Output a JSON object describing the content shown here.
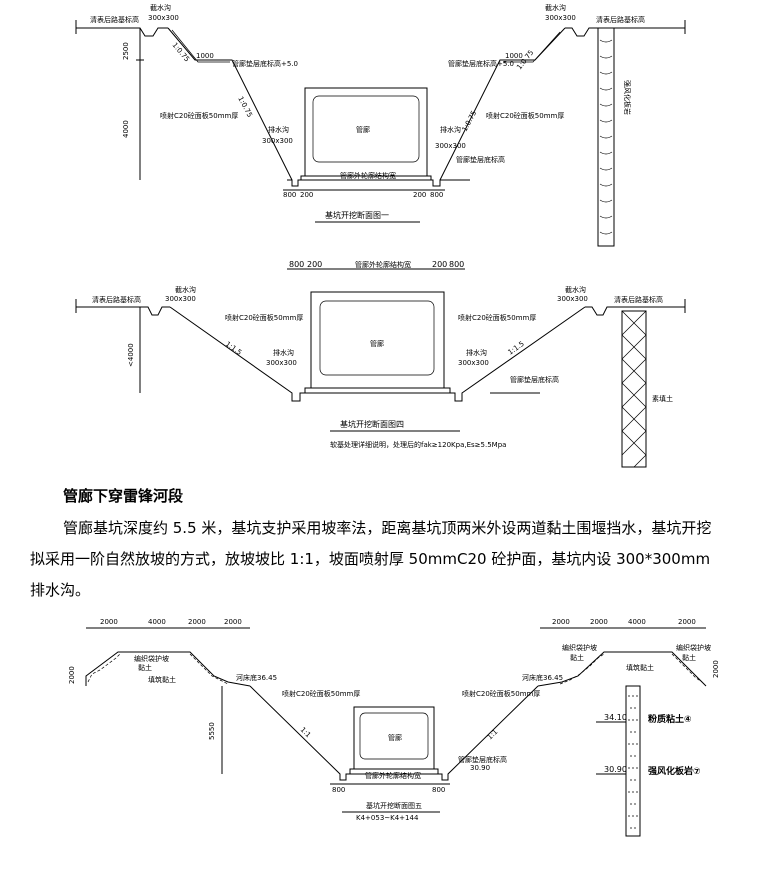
{
  "fig1": {
    "ground_label": "清表后路基标高",
    "ditch_top": "截水沟",
    "ditch_top_size": "300x300",
    "berm_width": "1000",
    "berm_elev": "管廊垫层底标高+5.0",
    "slope_upper": "1:0.75",
    "slope_lower": "1:0.75",
    "shotcrete": "喷射C20砼面板50mm厚",
    "drain": "排水沟",
    "drain_size": "300x300",
    "bottom_elev": "管廊垫层底标高",
    "corridor": "管廊",
    "outer_width": "管廊外轮廓结构宽",
    "dim_2500": "2500",
    "dim_4000": "4000",
    "dim_800": "800",
    "dim_200": "200",
    "side_label": "强风化板岩",
    "caption": "基坑开挖断面图一"
  },
  "fig2": {
    "ground_label": "清表后路基标高",
    "ditch_top": "截水沟",
    "ditch_top_size": "300x300",
    "outer_width": "管廊外轮廓结构宽",
    "dim_800": "800",
    "dim_200": "200",
    "shotcrete": "喷射C20砼面板50mm厚",
    "slope": "1:1.5",
    "drain": "排水沟",
    "drain_size": "300x300",
    "corridor": "管廊",
    "bottom_elev": "管廊垫层底标高",
    "dim_4000": "<4000",
    "side_label": "素填土",
    "caption": "基坑开挖断面图四",
    "note": "软基处理详细说明，处理后的fak≥120Kpa,Es≥5.5Mpa"
  },
  "heading": "管廊下穿雷锋河段",
  "paragraph": "管廊基坑深度约 5.5 米，基坑支护采用坡率法，距离基坑顶两米外设两道黏土围堰挡水，基坑开挖拟采用一阶自然放坡的方式，放坡坡比 1:1，坡面喷射厚 50mmC20 砼护面，基坑内设 300*300mm 排水沟。",
  "fig3": {
    "dims_left": [
      "2000",
      "4000",
      "2000",
      "2000"
    ],
    "dims_right": [
      "2000",
      "2000",
      "4000",
      "2000"
    ],
    "cofferdam": "编织袋护坡",
    "clay": "黏土",
    "cofferdam_fill": "填筑黏土",
    "river_bottom_left": "河床底36.45",
    "river_bottom_right": "河床底36.45",
    "shotcrete": "喷射C20砼面板50mm厚",
    "slope": "1:1",
    "corridor": "管廊",
    "bottom_elev": "管廊垫层底标高",
    "bottom_value": "30.90",
    "dim_2000": "2000",
    "dim_5550": "5550",
    "dim_800": "800",
    "outer_width": "管廊外轮廓结构宽",
    "layer1_elev": "34.10",
    "layer1": "粉质粘土④",
    "layer2_elev": "30.90",
    "layer2": "强风化板岩⑦",
    "caption": "基坑开挖断面图五",
    "station": "K4+053~K4+144"
  }
}
